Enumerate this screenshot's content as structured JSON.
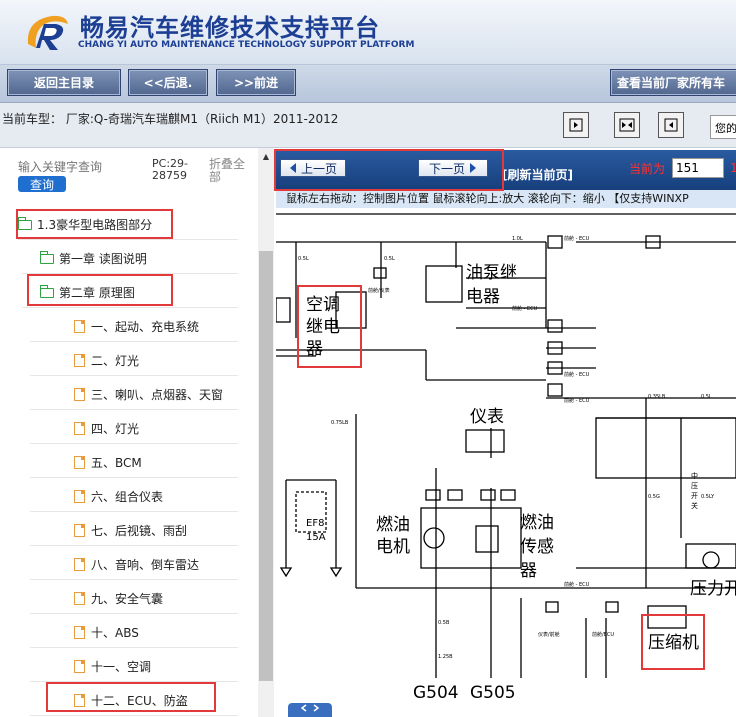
{
  "header": {
    "title": "畅易汽车维修技术支持平台",
    "subtitle": "CHANG YI AUTO MAINTENANCE TECHNOLOGY SUPPORT PLATFORM"
  },
  "toolbar": {
    "home": "返回主目录",
    "back": "<<后退.",
    "forward": ">>前进",
    "view_all": "查看当前厂家所有车"
  },
  "infobar": {
    "model": "当前车型： 厂家:Q-奇瑞汽车瑞麒M1（Riich M1）2011-2012",
    "welcome": "您的"
  },
  "left": {
    "search_placeholder": "输入关键字查询",
    "search_button": "查询",
    "pc_count": "PC:29-28759",
    "collapse_all": "折叠全部",
    "tree": [
      "1.3豪华型电路图部分",
      "第一章 读图说明",
      "第二章 原理图",
      "一、起动、充电系统",
      "二、灯光",
      "三、喇叭、点烟器、天窗",
      "四、灯光",
      "五、BCM",
      "六、组合仪表",
      "七、后视镜、雨刮",
      "八、音响、倒车雷达",
      "九、安全气囊",
      "十、ABS",
      "十一、空调",
      "十二、ECU、防盗"
    ]
  },
  "viewer": {
    "prev": "上一页",
    "next": "下一页",
    "refresh": "[刷新当前页]",
    "current_label": "当前为",
    "page": "151",
    "page_tail": "1",
    "hint": "鼠标左右拖动：控制图片位置 鼠标滚轮向上:放大  滚轮向下：缩小 【仅支持WINXP"
  },
  "diagram": {
    "labels": {
      "oil_pump_relay_1": "油泵继",
      "oil_pump_relay_2": "电器",
      "ac_relay_1": "空调",
      "ac_relay_2": "继电",
      "ac_relay_3": "器",
      "meter": "仪表",
      "fuel_motor_1": "燃油",
      "fuel_motor_2": "电机",
      "fuel_sensor_1": "燃油",
      "fuel_sensor_2": "传感",
      "fuel_sensor_3": "器",
      "pressure": "压力开",
      "compressor": "压缩机",
      "g504": "G504",
      "g505": "G505",
      "ef8": "EF8",
      "fuse15a": "15A",
      "front_ecu_1": "前舱 - ECU",
      "front_ecu_2": "前舱 - ECU",
      "front_ecu_3": "前舱 - ECU",
      "front_ecu_4": "前舱 - ECU",
      "front_ecu_5": "前舱 - ECU",
      "front_meter": "前舱/仪表",
      "meter_front": "仪表/前舱",
      "front_ecu_slash": "前舱/ECU",
      "wire_a": "0.5L",
      "wire_b": "1.0L",
      "wire_c": "0.5L",
      "wire_d": "0.35LB",
      "wire_e": "0.5L",
      "wire_f": "0.5G",
      "wire_g": "0.5LY",
      "wire_h": "0.75LB",
      "wire_i": "0.5B",
      "wire_j": "1.25B",
      "mid_pressure_1": "中",
      "mid_pressure_2": "压",
      "mid_pressure_3": "开",
      "mid_pressure_4": "关"
    }
  }
}
